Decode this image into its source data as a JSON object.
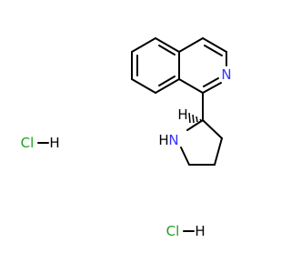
{
  "molecule": {
    "atoms": {
      "ring_nitrogen": {
        "text": "N"
      },
      "pyrrolidine_nh": {
        "text": "H"
      },
      "pyrrolidine_n": {
        "text": "N"
      },
      "stereo_h": {
        "text": "H"
      }
    },
    "salts": [
      {
        "cl": "Cl",
        "h": "H"
      },
      {
        "cl": "Cl",
        "h": "H"
      }
    ]
  },
  "colors": {
    "bond": "#000000",
    "nitrogen": "#3333ff",
    "chlorine": "#1fa01f",
    "hydrogen": "#000000"
  }
}
